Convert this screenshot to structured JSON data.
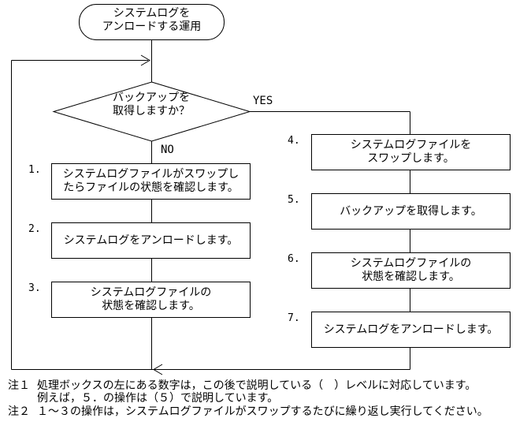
{
  "terminal": {
    "label": "システムログを\nアンロードする運用"
  },
  "decision": {
    "label": "バックアップを\n取得しますか？",
    "yes_label": "YES",
    "no_label": "NO"
  },
  "left_steps": [
    {
      "num": "1.",
      "text": "システムログファイルがスワップし\nたらファイルの状態を確認します。"
    },
    {
      "num": "2.",
      "text": "システムログをアンロードします。"
    },
    {
      "num": "3.",
      "text": "システムログファイルの\n状態を確認します。"
    }
  ],
  "right_steps": [
    {
      "num": "4.",
      "text": "システムログファイルを\nスワップします。"
    },
    {
      "num": "5.",
      "text": "バックアップを取得します。"
    },
    {
      "num": "6.",
      "text": "システムログファイルの\n状態を確認します。"
    },
    {
      "num": "7.",
      "text": "システムログをアンロードします。"
    }
  ],
  "notes": [
    {
      "label": "注１",
      "text": "処理ボックスの左にある数字は，この後で説明している（　）レベルに対応しています。\n例えば，５．の操作は（５）で説明しています。"
    },
    {
      "label": "注２",
      "text": "１～３の操作は，システムログファイルがスワップするたびに繰り返し実行してください。"
    }
  ],
  "colors": {
    "line": "#000000",
    "background": "#ffffff",
    "text": "#000000"
  }
}
